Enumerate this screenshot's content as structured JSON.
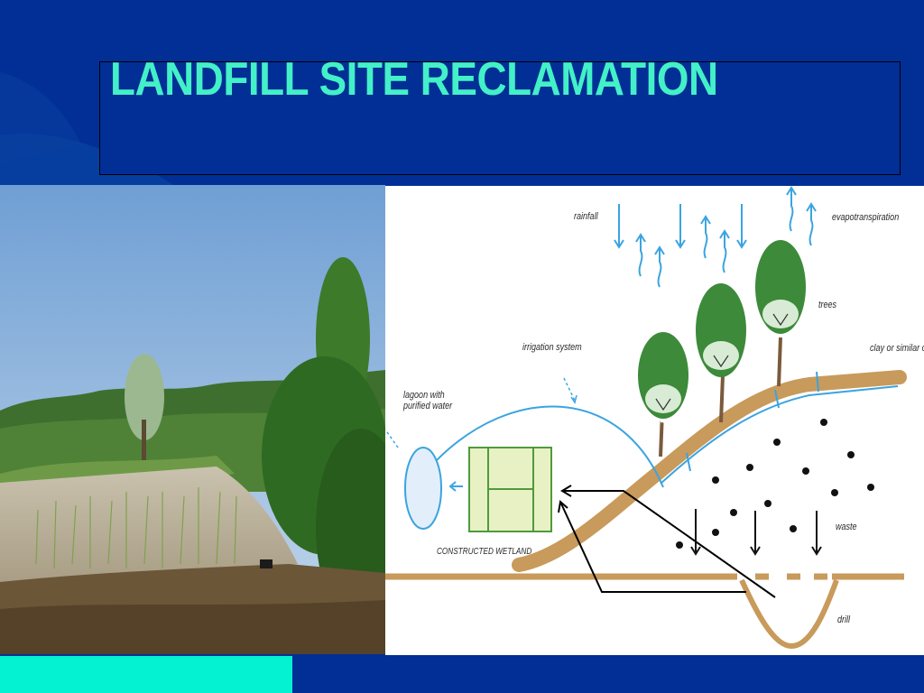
{
  "slide": {
    "title": "LANDFILL SITE RECLAMATION"
  },
  "colors": {
    "background": "#022f96",
    "title": "#43f0c8",
    "accent_bar": "#04f2d2",
    "water": "#3ba4e0",
    "soil": "#c89a5b",
    "wetland": "#e8f1c4"
  },
  "diagram": {
    "labels": {
      "rainfall": "rainfall",
      "evapotranspiration": "evapotranspiration",
      "trees": "trees",
      "clay_cap": "clay or similar cap",
      "irrigation": "irrigation system",
      "lagoon": "lagoon with\npurified water",
      "waste": "waste",
      "wetland": "CONSTRUCTED WETLAND",
      "drill": "drill"
    }
  }
}
